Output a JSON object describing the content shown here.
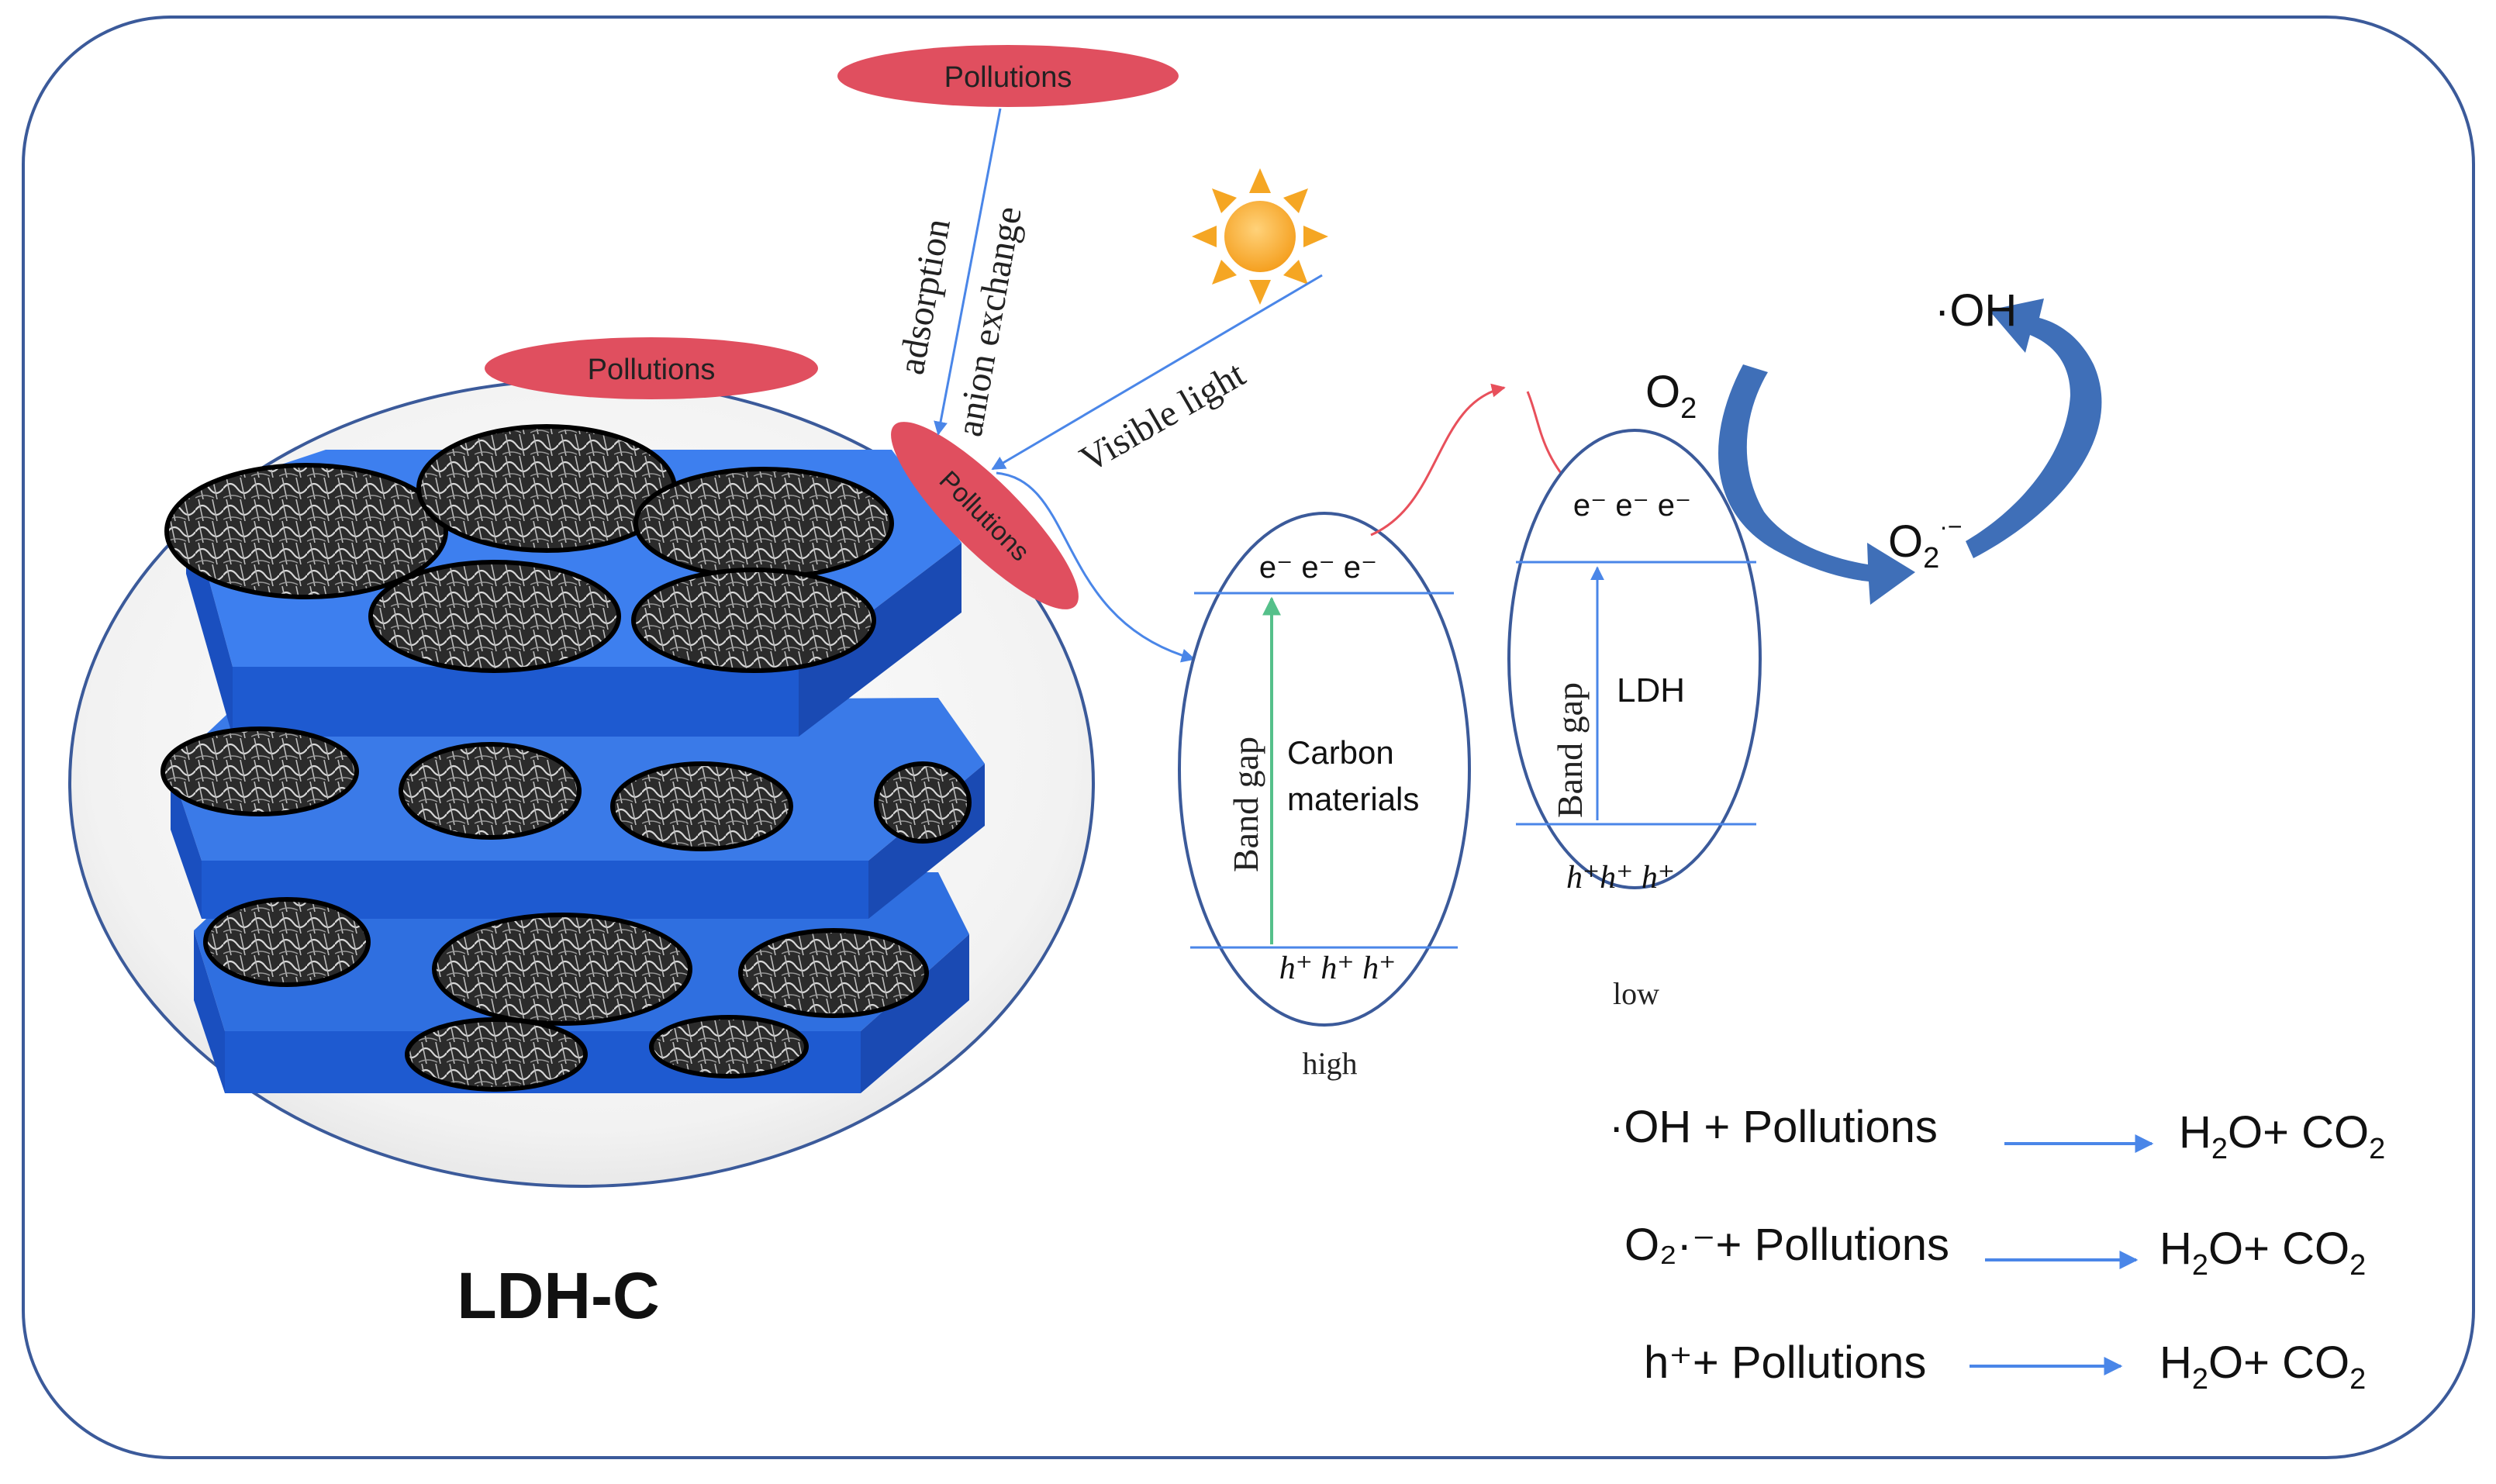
{
  "labels": {
    "pollutions_top": "Pollutions",
    "pollutions_left": "Pollutions",
    "pollutions_tilted": "Pollutions",
    "adsorption": "adsorption",
    "anion_exchange": "anion exchange",
    "visible_light": "Visible light",
    "oh_radical": "·OH",
    "o2": "O",
    "o2_sub": "2",
    "superoxide": "O",
    "superoxide_sub": "2",
    "superoxide_sup": "·−",
    "title": "LDH-C"
  },
  "carbon_band": {
    "electrons": "e⁻ e⁻ e⁻",
    "holes": "h⁺ h⁺ h⁺",
    "band_gap": "Band gap",
    "name_line1": "Carbon",
    "name_line2": "materials",
    "level": "high"
  },
  "ldh_band": {
    "electrons": "e⁻ e⁻ e⁻",
    "holes": "h⁺h⁺ h⁺",
    "band_gap": "Band gap",
    "name": "LDH",
    "level": "low"
  },
  "reactions": [
    {
      "reactant": "·OH + Pollutions",
      "p1": "H",
      "p1sub": "2",
      "p2": "O+ CO",
      "p2sub": "2"
    },
    {
      "reactant": "O₂·⁻+ Pollutions",
      "p1": "H",
      "p1sub": "2",
      "p2": "O+ CO",
      "p2sub": "2"
    },
    {
      "reactant": "h⁺+ Pollutions",
      "p1": "H",
      "p1sub": "2",
      "p2": "O+ CO",
      "p2sub": "2"
    }
  ],
  "colors": {
    "frame": "#3b5a9a",
    "pollution_fill": "#e04f5f",
    "layer_top": "#2f6fe0",
    "layer_side": "#1e55c8",
    "line_blue": "#4a86e8",
    "curve_arrow": "#3f6fb8",
    "green_arrow": "#55c08a",
    "red_arrow": "#e8505b",
    "sun": "#f5a623"
  }
}
